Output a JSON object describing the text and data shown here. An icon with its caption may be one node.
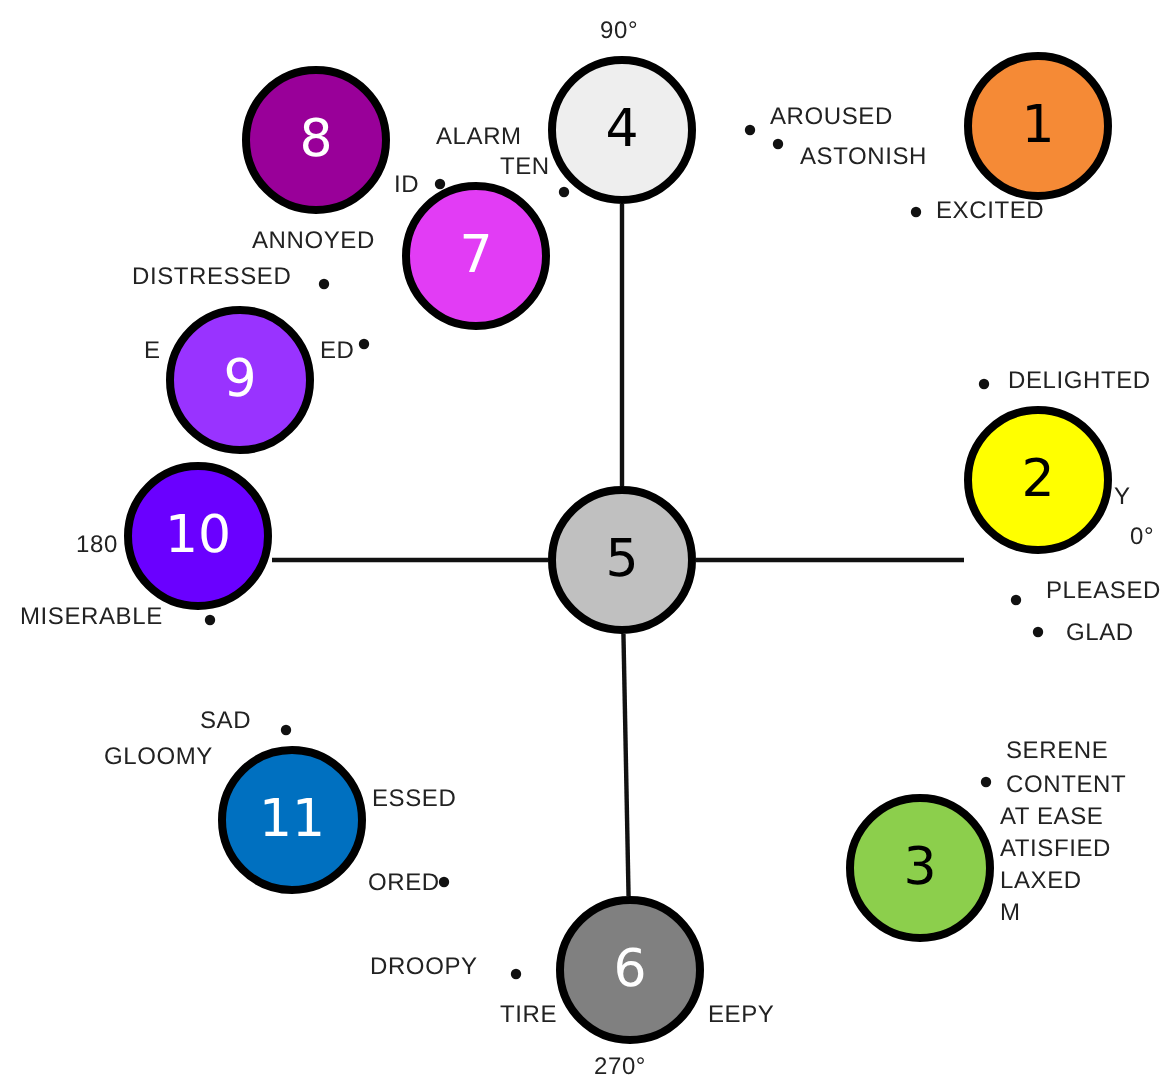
{
  "diagram": {
    "nodes": [
      {
        "text": [
          "1"
        ]
      },
      {
        "text": [
          "2"
        ]
      },
      {
        "text": [
          "3"
        ]
      },
      {
        "text": [
          "4"
        ]
      },
      {
        "text": [
          "5"
        ]
      },
      {
        "text": [
          "6"
        ]
      },
      {
        "text": [
          "7"
        ]
      },
      {
        "text": [
          "8"
        ]
      },
      {
        "text": [
          "9"
        ]
      },
      {
        "text": [
          "10"
        ]
      },
      {
        "text": [
          "11"
        ]
      }
    ],
    "edges": [
      {
        "from": 4,
        "to": 3,
        "arrow": "none"
      },
      {
        "from": 4,
        "to": 5,
        "arrow": "none"
      },
      {
        "from": 4,
        "to": 9,
        "arrow": "none"
      },
      {
        "from": 4,
        "to": 1,
        "arrow": "none"
      }
    ],
    "labels": [
      "90°",
      "ALARM",
      "AROUSED",
      "ASTONISH",
      "TEN",
      "ID",
      "EXCITED",
      "ANNOYED",
      "DISTRESSED",
      "E",
      "ED",
      "DELIGHTED",
      "Y",
      "180",
      "0°",
      "MISERABLE",
      "PLEASED",
      "GLAD",
      "SAD",
      "GLOOMY",
      "SERENE",
      "CONTENT",
      "ESSED",
      "AT EASE",
      "ATISFIED",
      "ORED",
      "LAXED",
      "M",
      "DROOPY",
      "TIRE",
      "EEPY",
      "270°"
    ]
  }
}
